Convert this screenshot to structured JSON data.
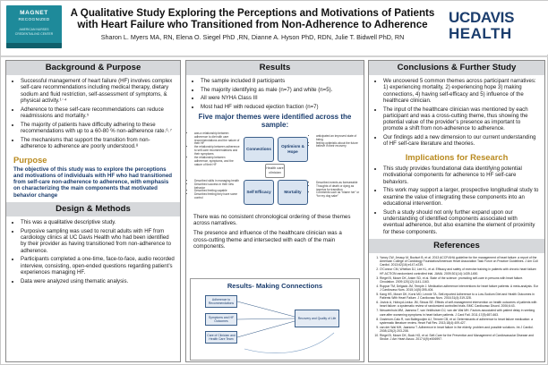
{
  "header": {
    "title": "A Qualitative Study Exploring the Perceptions and Motivations of Patients with Heart Failure who Transitioned from Non-Adherence to Adherence",
    "authors": "Sharon L. Myers MA, RN, Elena O. Siegel PhD ,RN, Dianne A. Hyson PhD, RDN, Julie T. Bidwell PhD, RN",
    "logo_left_title": "MAGNET",
    "logo_left_sub": "RECOGNIZED",
    "logo_left_body": "AMERICAN NURSES CREDENTIALING CENTER",
    "logo_right_line1": "UCDAVIS",
    "logo_right_line2": "HEALTH"
  },
  "col1": {
    "background_title": "Background & Purpose",
    "background_items": [
      "Successful management of heart failure (HF) involves complex self-care recommendations including medical therapy, dietary sodium and fluid restriction, self-assessment of symptoms, & physical activity.¹⁻⁴",
      "Adherence to these self-care recommendations can reduce readmissions and mortality.⁵",
      "The majority of patients have difficulty adhering to these recommendations with up to a 60-80 % non-adherence rate.⁶˒⁷",
      "The mechanisms that support the transition from non-adherence to adherence are poorly understood.⁸"
    ],
    "purpose_title": "Purpose",
    "purpose_text": "The objective of this study was to explore the perceptions and motivations of individuals with HF who had transitioned from self-care non-adherence to adherence, with emphasis on characterizing the main components that motivated behavior change",
    "design_title": "Design & Methods",
    "design_items": [
      "This was a qualitative descriptive study.",
      "Purposive sampling was used to recruit adults with HF from cardiology clinics at UC Davis Health who had been identified by their provider as having transitioned from non-adherence to adherence.",
      "Participants completed a one-time, face-to-face, audio recorded interview, consisting, open-ended questions regarding patient’s experiences managing HF.",
      "Data were analyzed using thematic analysis."
    ]
  },
  "col2": {
    "results_title": "Results",
    "results_items": [
      "The sample included 8 participants",
      "The majority identifying as male (n=7) and white (n=5).",
      "All were NYHA Class III",
      "Most had HF with reduced ejection fraction (n=7)"
    ],
    "themes_heading": "Five major themes were identified across the sample:",
    "themes": {
      "connections": "Connections",
      "optimism": "Optimism & Hope",
      "center": "Health care clinician",
      "self_efficacy": "Self Efficacy",
      "mortality": "Mortality"
    },
    "diagram_notes": {
      "top_left": [
        "was a relationship between adherence to diet with care recommendations and the nature of their HF",
        "the relationship between adherence to self-care recommendations and their symptoms",
        "the relationship between adherence, symptoms, and the nature of their HF"
      ],
      "top_right": [
        "anticipated an improved state of being",
        "feeling optimistic about the future",
        "believe in their recovery"
      ],
      "bottom_left": [
        "Described skills in managing health",
        "Described success in their new behavior",
        "Described feeling capable",
        "Described feeling they have some control"
      ],
      "bottom_right": [
        "Described events as foreseeable",
        "Thoughts of death or dying as impetus for transition",
        "Comments such as “blame her” or “for my dog sake”"
      ]
    },
    "para1": "There was no consistent chronological ordering of these themes across narratives.",
    "para2": "The presence and influence of the healthcare clinician was a cross-cutting theme and intersected with each of the main components.",
    "connections_title": "Results- Making Connections",
    "connections_boxes": [
      "Adherence to Recommendations",
      "Symptoms and HF Outcomes",
      "Care of Clinician and Health Care Team",
      "Recovery and Quality of Life"
    ]
  },
  "col3": {
    "conclusions_title": "Conclusions & Further Study",
    "conclusions_items": [
      "We uncovered 5 common themes across participant narratives: 1) experiencing mortality, 2) experiencing hope 3) making connections, 4) having self-efficacy and 5) influence of the healthcare clinician.",
      "The input of the healthcare clinician was mentioned by each participant and was a cross-cutting theme, thus showing the potential value of the provider’s presence as important to promote a shift from non-adherence to adherence.",
      "Our findings add a new dimension to our current understanding of HF self-care literature and theories."
    ],
    "implications_title": "Implications for Research",
    "implications_items": [
      "This study provides foundational data identifying potential motivational components for adherence to HF self-care behaviors.",
      "This work may support a larger, prospective longitudinal study to examine the value of integrating these components into an educational intervention.",
      "Such a study should not only further expand upon our understanding of identified components associated with eventual adherence, but also examine the element of proximity for these components."
    ],
    "references_title": "References",
    "references": [
      "Yancy CW, Jessup M, Bozkurt B, et al. 2013 ACCF/AHA guideline for the management of heart failure: a report of the American College of Cardiology Foundation/American Heart Association Task Force on Practice Guidelines. J Am Coll Cardiol. 2013;62(16):e147-e239.",
      "O'Connor CM, Whellan DJ, Lee KL, et al. Efficacy and safety of exercise training in patients with chronic heart failure: HF-ACTION randomized controlled trial. JAMA. 2009;301(14):1439-1450.",
      "Riegel B, Moser DK, Anker SD, et al. State of the science: promoting self-care in persons with heart failure. Circulation. 2009;120(12):1141-1163.",
      "Ruppar TM, Delgado JM, Temple J. Medication adherence interventions for heart failure patients: A meta-analysis. Eur J Cardiovasc Nurs. 2015;14(5):395-404.",
      "Kang HS, Moser DK, Korsi MO, Lennie TA. Self-reported Adherence to a Low-Sodium Diet and Health Outcomes in Patients With Heart Failure. J Cardiovasc Nurs. 2016;31(4):319-328.",
      "Jovicic A, Holroyd-Leduc JM, Straus SE. Effects of self-management intervention on health outcomes of patients with heart failure: a systematic review of randomized controlled trials. BMC Cardiovasc Disord. 2006;6:43.",
      "Nieuwenhuis MM, Jaarsma T, van Veldhuisen DJ, van der Wal MH. Factors associated with patient delay in seeking care after worsening symptoms in heart failure patients. J Card Fail. 2011;17(8):657-663.",
      "Oosterom-Calo R, van Ballegooijen AJ, Terwee CB, et al. Determinants of adherence to heart failure medication: a systematic literature review. Heart Fail Rev. 2013;18(4):409-427.",
      "van der Wal MH, Jaarsma T. Adherence in heart failure in the elderly: problem and possible solutions. Int J Cardiol. 2008;125(2):203-208.",
      "Riegel B, Moser DK, Buck HG, et al. Self-Care for the Prevention and Management of Cardiovascular Disease and Stroke. J Am Heart Assoc. 2017;6(9):e006997."
    ]
  }
}
